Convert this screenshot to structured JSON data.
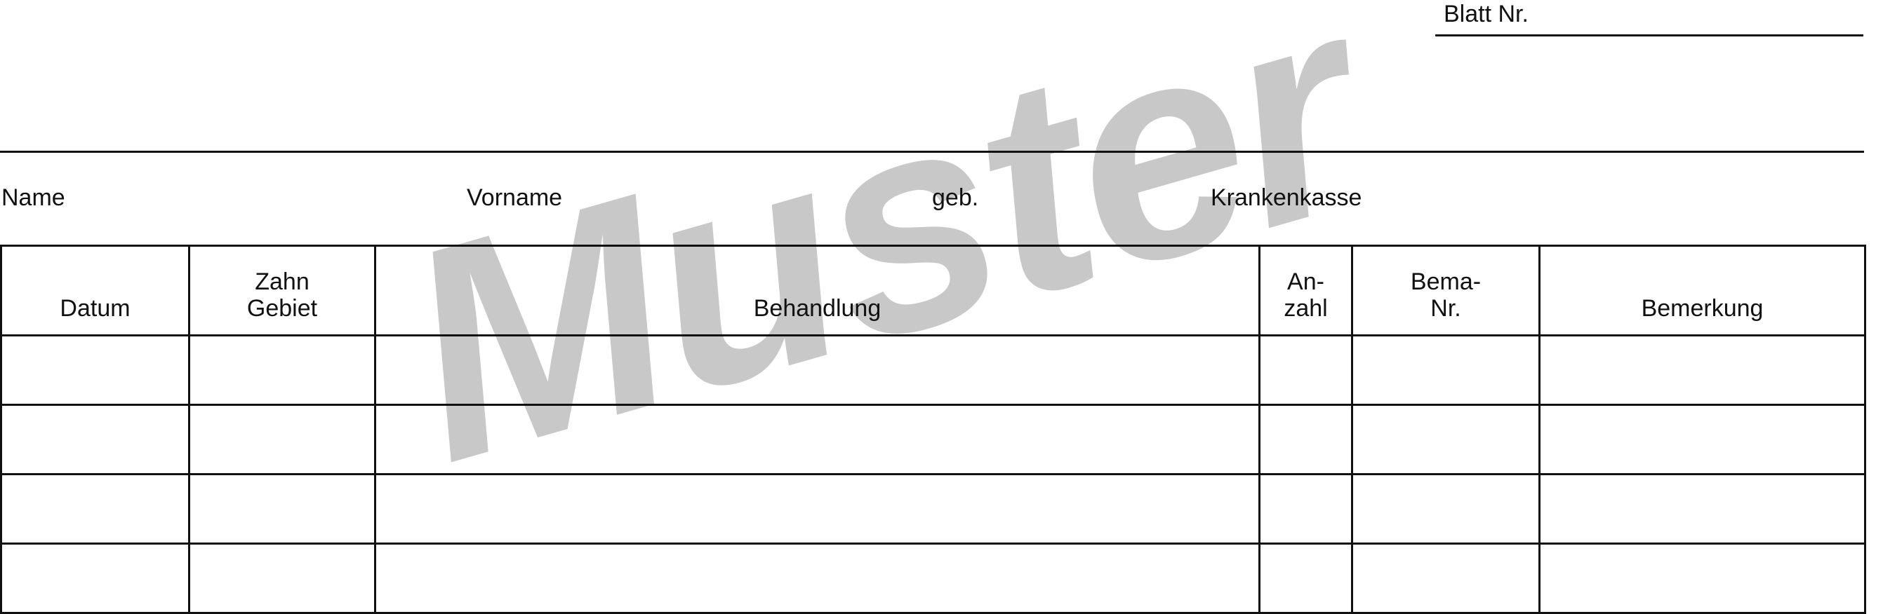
{
  "document": {
    "watermark": "Muster",
    "watermark_color": "#c8c8c8",
    "line_color": "#111111"
  },
  "sheet": {
    "label": "Blatt Nr.",
    "value": ""
  },
  "patient_fields": {
    "name": "Name",
    "vorname": "Vorname",
    "geb": "geb.",
    "krankenkasse": "Krankenkasse"
  },
  "table": {
    "columns": [
      {
        "key": "datum",
        "line1": "",
        "line2": "Datum"
      },
      {
        "key": "zahn_gebiet",
        "line1": "Zahn",
        "line2": "Gebiet"
      },
      {
        "key": "behandlung",
        "line1": "",
        "line2": "Behandlung"
      },
      {
        "key": "anzahl",
        "line1": "An-",
        "line2": "zahl"
      },
      {
        "key": "bema_nr",
        "line1": "Bema-",
        "line2": "Nr."
      },
      {
        "key": "bemerkung",
        "line1": "",
        "line2": "Bemerkung"
      }
    ],
    "rows": [
      {
        "datum": "",
        "zahn_gebiet": "",
        "behandlung": "",
        "anzahl": "",
        "bema_nr": "",
        "bemerkung": ""
      },
      {
        "datum": "",
        "zahn_gebiet": "",
        "behandlung": "",
        "anzahl": "",
        "bema_nr": "",
        "bemerkung": ""
      },
      {
        "datum": "",
        "zahn_gebiet": "",
        "behandlung": "",
        "anzahl": "",
        "bema_nr": "",
        "bemerkung": ""
      }
    ]
  }
}
